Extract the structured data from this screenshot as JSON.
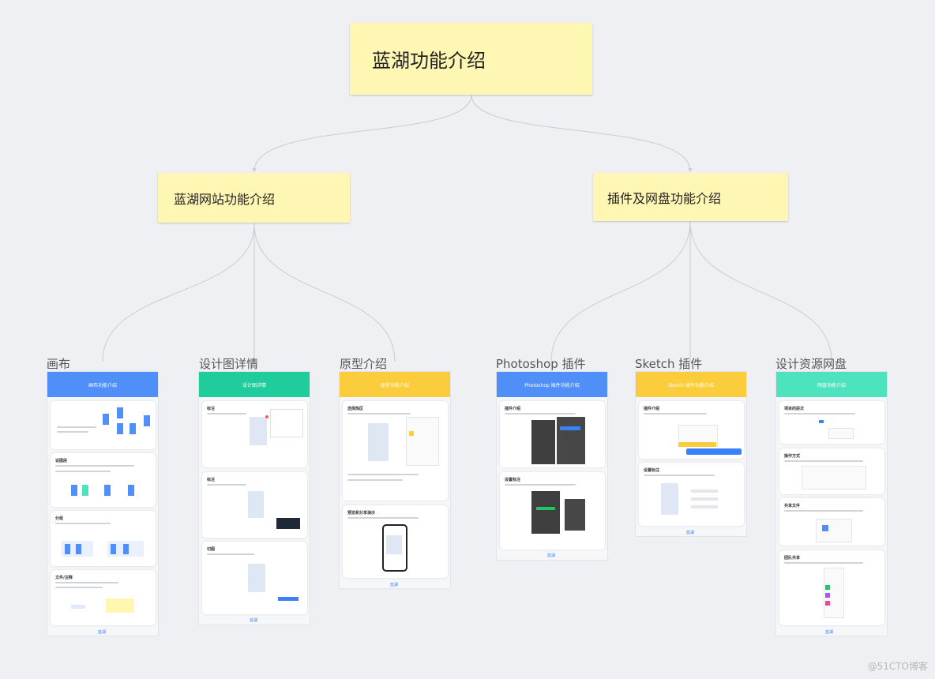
{
  "root": {
    "label": "蓝湖功能介绍"
  },
  "branches": [
    {
      "label": "蓝湖网站功能介绍"
    },
    {
      "label": "插件及网盘功能介绍"
    }
  ],
  "leaves": [
    {
      "label": "画布",
      "header": "画布功能介绍",
      "color": "#4f8ff7",
      "panel_titles": [
        "",
        "设图层",
        "分组",
        "文件/注释"
      ]
    },
    {
      "label": "设计图详情",
      "header": "设计图详情",
      "color": "#1fcc9c",
      "panel_titles": [
        "标注",
        "标注",
        "切图"
      ]
    },
    {
      "label": "原型介绍",
      "header": "原型功能介绍",
      "color": "#fbcd3d",
      "panel_titles": [
        "选择热区",
        "预览和分享演示"
      ]
    },
    {
      "label": "Photoshop 插件",
      "header": "Photoshop 插件功能介绍",
      "color": "#4f8ff7",
      "panel_titles": [
        "插件介绍",
        "设置标注"
      ]
    },
    {
      "label": "Sketch 插件",
      "header": "Sketch 插件功能介绍",
      "color": "#fbcd3d",
      "panel_titles": [
        "插件介绍",
        "设置标注"
      ]
    },
    {
      "label": "设计资源网盘",
      "header": "网盘功能介绍",
      "color": "#4de3bf",
      "panel_titles": [
        "项目的层次",
        "操作方式",
        "共享文件",
        "团队共享"
      ]
    }
  ],
  "footer_link": "蓝湖",
  "watermark": "@51CTO博客"
}
